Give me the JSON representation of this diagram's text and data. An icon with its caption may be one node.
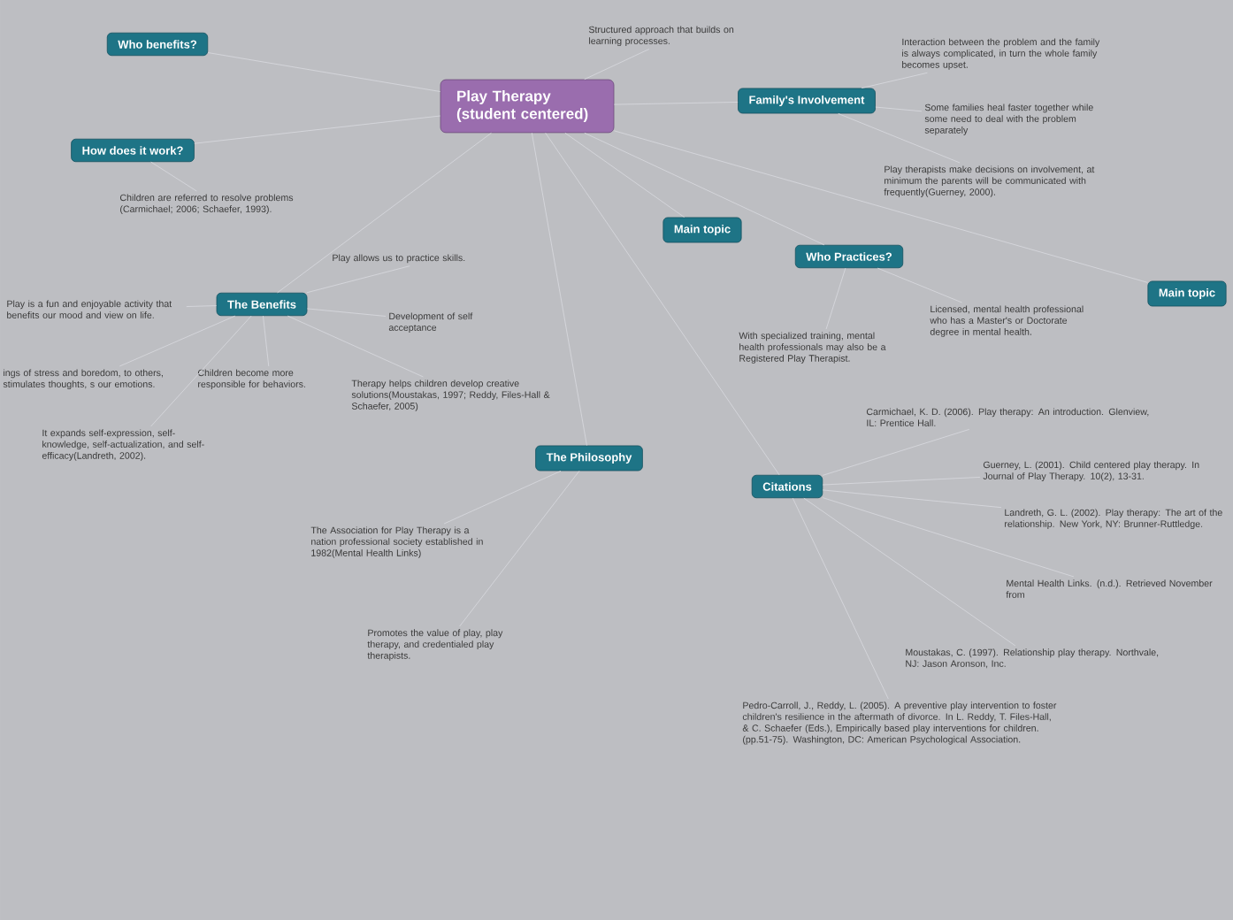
{
  "diagram": {
    "nodes": [
      {
        "text": [
          "Play Therapy (student centered)"
        ]
      },
      {
        "text": [
          "Who benefits?"
        ]
      },
      {
        "text": [
          "How does it work?"
        ]
      },
      {
        "text": [
          "The Benefits"
        ]
      },
      {
        "text": [
          "The Philosophy"
        ]
      },
      {
        "text": [
          "Family's Involvement"
        ]
      },
      {
        "text": [
          "Main topic"
        ]
      },
      {
        "text": [
          "Who Practices?"
        ]
      },
      {
        "text": [
          "Main topic"
        ]
      },
      {
        "text": [
          "Citations"
        ]
      },
      {
        "text": [
          "Structured approach that builds on learning processes."
        ]
      },
      {
        "text": [
          "Children are referred to resolve problems (Carmichael; 2006; Schaefer, 1993)."
        ]
      },
      {
        "text": [
          "Play allows us to practice skills."
        ]
      },
      {
        "text": [
          "Play is a fun and enjoyable activity that benefits our mood and view on life."
        ]
      },
      {
        "text": [
          "Development of self acceptance"
        ]
      },
      {
        "text": [
          "ings of stress and boredom, to others, stimulates thoughts, s our emotions."
        ]
      },
      {
        "text": [
          "Children become more responsible for behaviors."
        ]
      },
      {
        "text": [
          "Therapy helps children develop creative solutions(Moustakas, 1997; Reddy, Files-Hall & Schaefer, 2005)"
        ]
      },
      {
        "text": [
          "It expands self-expression, self-knowledge, self-actualization, and self-efficacy(Landreth, 2002)."
        ]
      },
      {
        "text": [
          "The Association for Play Therapy is a nation professional society established in 1982(Mental Health Links)"
        ]
      },
      {
        "text": [
          "Promotes the value of play, play therapy, and credentialed play therapists."
        ]
      },
      {
        "text": [
          "Interaction between the problem and the family is always complicated, in turn the whole family becomes upset."
        ]
      },
      {
        "text": [
          "Some families heal faster together while some need to deal with the problem separately"
        ]
      },
      {
        "text": [
          "Play therapists make decisions on involvement, at minimum the parents will be communicated with frequently(Guerney, 2000)."
        ]
      },
      {
        "text": [
          "With specialized training, mental health professionals may also be a Registered Play Therapist."
        ]
      },
      {
        "text": [
          "Licensed, mental health professional who has a Master's or Doctorate degree in mental health."
        ]
      },
      {
        "text": [
          "Carmichael, K. D. (2006). Play therapy: An introduction. Glenview, IL: Prentice Hall."
        ]
      },
      {
        "text": [
          "Guerney, L. (2001). Child centered play therapy. In Journal of Play Therapy. 10(2), 13-31."
        ]
      },
      {
        "text": [
          "Landreth, G. L. (2002). Play therapy: The art of the relationship. New York, NY: Brunner-Ruttledge."
        ]
      },
      {
        "text": [
          "Mental Health Links. (n.d.). Retrieved November from"
        ]
      },
      {
        "text": [
          "Moustakas, C. (1997). Relationship play therapy. Northvale, NJ: Jason Aronson, Inc."
        ]
      },
      {
        "text": [
          "Pedro-Carroll, J., Reddy, L. (2005). A preventive play intervention to foster children's resilience in the aftermath of divorce. In L. Reddy, T. Files-Hall, & C. Schaefer (Eds.), Empirically based play interventions for children. (pp.51-75). Washington, DC: American Psychological Association."
        ]
      }
    ],
    "edges": [
      {
        "from": 0,
        "to": 1,
        "arrow": "none"
      },
      {
        "from": 0,
        "to": 2,
        "arrow": "none"
      },
      {
        "from": 0,
        "to": 3,
        "arrow": "none"
      },
      {
        "from": 0,
        "to": 4,
        "arrow": "none"
      },
      {
        "from": 0,
        "to": 5,
        "arrow": "none"
      },
      {
        "from": 0,
        "to": 6,
        "arrow": "none"
      },
      {
        "from": 0,
        "to": 7,
        "arrow": "none"
      },
      {
        "from": 0,
        "to": 8,
        "arrow": "none"
      },
      {
        "from": 0,
        "to": 9,
        "arrow": "none"
      },
      {
        "from": 0,
        "to": 10,
        "arrow": "none"
      },
      {
        "from": 2,
        "to": 11,
        "arrow": "none"
      },
      {
        "from": 3,
        "to": 12,
        "arrow": "none"
      },
      {
        "from": 3,
        "to": 13,
        "arrow": "none"
      },
      {
        "from": 3,
        "to": 14,
        "arrow": "none"
      },
      {
        "from": 3,
        "to": 15,
        "arrow": "none"
      },
      {
        "from": 3,
        "to": 16,
        "arrow": "none"
      },
      {
        "from": 3,
        "to": 17,
        "arrow": "none"
      },
      {
        "from": 3,
        "to": 18,
        "arrow": "none"
      },
      {
        "from": 4,
        "to": 19,
        "arrow": "none"
      },
      {
        "from": 4,
        "to": 20,
        "arrow": "none"
      },
      {
        "from": 5,
        "to": 21,
        "arrow": "none"
      },
      {
        "from": 5,
        "to": 22,
        "arrow": "none"
      },
      {
        "from": 5,
        "to": 23,
        "arrow": "none"
      },
      {
        "from": 7,
        "to": 24,
        "arrow": "none"
      },
      {
        "from": 7,
        "to": 25,
        "arrow": "none"
      },
      {
        "from": 9,
        "to": 26,
        "arrow": "none"
      },
      {
        "from": 9,
        "to": 27,
        "arrow": "none"
      },
      {
        "from": 9,
        "to": 28,
        "arrow": "none"
      },
      {
        "from": 9,
        "to": 29,
        "arrow": "none"
      },
      {
        "from": 9,
        "to": 30,
        "arrow": "none"
      },
      {
        "from": 9,
        "to": 31,
        "arrow": "none"
      }
    ]
  }
}
